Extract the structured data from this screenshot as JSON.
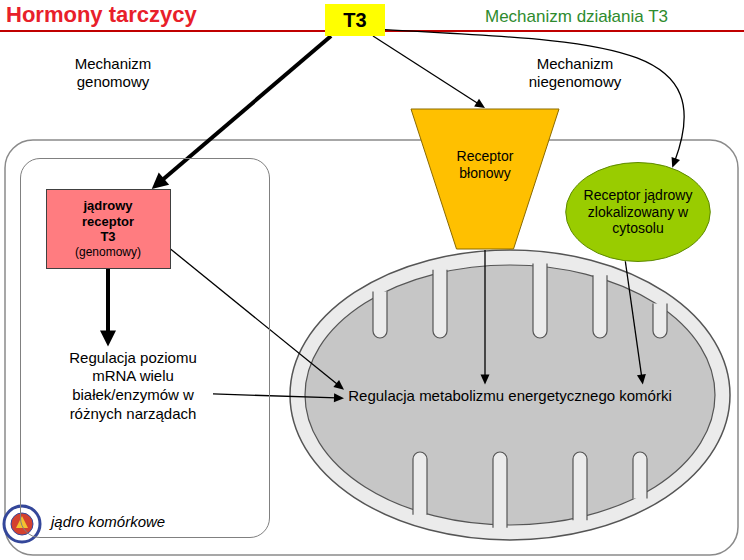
{
  "diagram": {
    "title": "Hormony tarczycy",
    "nodes": [
      {
        "text": [
          "T3"
        ]
      },
      {
        "text": [
          "jądro komórkowe"
        ]
      },
      {
        "text": [
          "jądrowy receptor T3",
          "(genomowy)"
        ],
        "in": 1
      },
      {
        "text": [
          "Regulacja poziomu mRNA wielu białek/enzymów w różnych narządach"
        ],
        "in": 1
      },
      {
        "text": [
          "Receptor błonowy"
        ]
      },
      {
        "text": [
          "Receptor jądrowy zlokalizowany w cytosolu"
        ]
      },
      {
        "text": [
          "Regulacja metabolizmu energetycznego komórki"
        ]
      }
    ],
    "edges": [
      {
        "from": 0,
        "to": 2,
        "arrow": "to"
      },
      {
        "from": 0,
        "to": 4,
        "arrow": "to"
      },
      {
        "from": 0,
        "to": 5,
        "arrow": "to"
      },
      {
        "from": 2,
        "to": 3,
        "arrow": "to"
      },
      {
        "from": 2,
        "to": 6,
        "arrow": "to"
      },
      {
        "from": 3,
        "to": 6,
        "arrow": "to"
      },
      {
        "from": 4,
        "to": 6,
        "arrow": "to"
      },
      {
        "from": 5,
        "to": 6,
        "arrow": "to"
      }
    ],
    "labels": [
      "Mechanizm działania T3",
      "Mechanizm genomowy",
      "Mechanizm niegenomowy"
    ]
  }
}
